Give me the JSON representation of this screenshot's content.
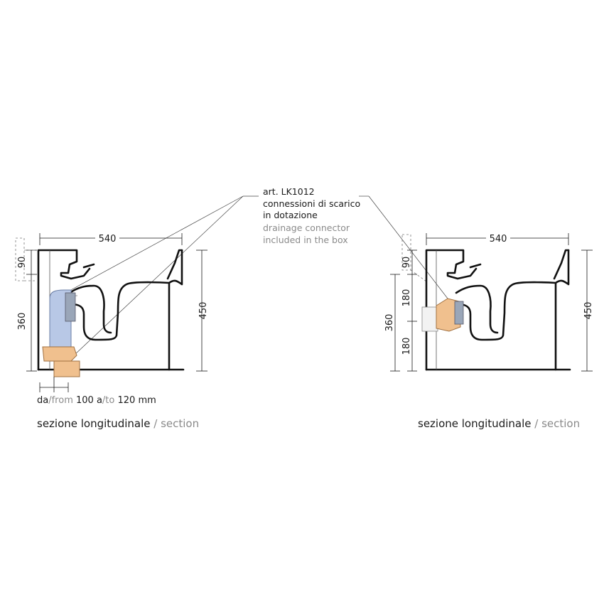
{
  "callout": {
    "title": "art. LK1012",
    "line1": "connessioni di scarico",
    "line2": "in dotazione",
    "line3": "drainage connector",
    "line4": "included in the box"
  },
  "left_view": {
    "width_dim": "540",
    "height_dim": "450",
    "top_dim": "90",
    "side_dim": "360",
    "from_label_da": "da",
    "from_label_from": "/from ",
    "from_label_value1": "100",
    "from_label_a": " a",
    "from_label_to": "/to ",
    "from_label_value2": "120 mm",
    "caption_main": "sezione longitudinale",
    "caption_sep": " / ",
    "caption_en": "section"
  },
  "right_view": {
    "width_dim": "540",
    "height_dim": "450",
    "top_dim": "90",
    "side_dim": "360",
    "dim_180_upper": "180",
    "dim_180_lower": "180",
    "caption_main": "sezione longitudinale",
    "caption_sep": " / ",
    "caption_en": "section"
  },
  "colors": {
    "drain_blue": "#b8c8e6",
    "connector_orange": "#f0c08e",
    "outline": "#111111"
  }
}
